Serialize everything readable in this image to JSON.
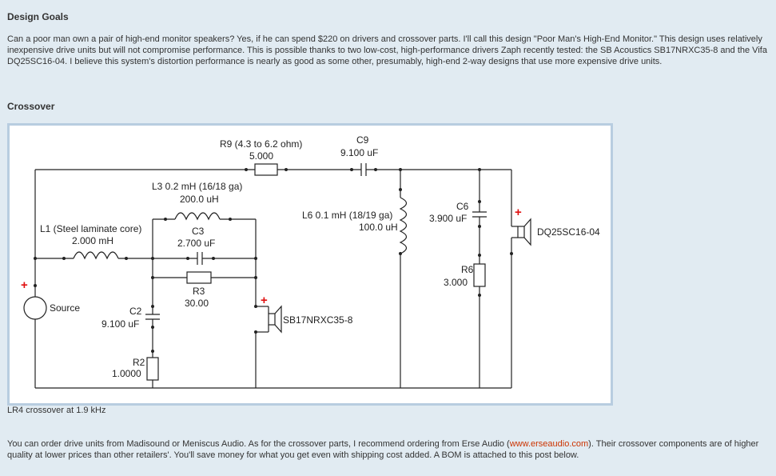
{
  "design_goals": {
    "heading": "Design Goals",
    "paragraph": "Can a poor man own a pair of high-end monitor speakers? Yes, if he can spend $220 on drivers and crossover parts. I'll call this design \"Poor Man's High-End Monitor.\" This design uses relatively inexpensive drive units but will not compromise performance. This is possible thanks to two low-cost, high-performance drivers Zaph recently tested: the SB Acoustics SB17NRXC35-8 and the Vifa DQ25SC16-04. I believe this system's distortion performance is nearly as good as some other, presumably, high-end 2-way designs that use more expensive drive units."
  },
  "crossover": {
    "heading": "Crossover",
    "caption": "LR4 crossover at 1.9 kHz"
  },
  "schematic": {
    "r9_name": "R9 (4.3 to 6.2 ohm)",
    "r9_value": "5.000",
    "c9_name": "C9",
    "c9_value": "9.100 uF",
    "l3_name": "L3 0.2 mH (16/18 ga)",
    "l3_value": "200.0 uH",
    "l1_name": "L1 (Steel laminate core)",
    "l1_value": "2.000 mH",
    "c3_name": "C3",
    "c3_value": "2.700 uF",
    "r3_name": "R3",
    "r3_value": "30.00",
    "c2_name": "C2",
    "c2_value": "9.100 uF",
    "r2_name": "R2",
    "r2_value": "1.0000",
    "l6_name": "L6 0.1 mH (18/19 ga)",
    "l6_value": "100.0 uH",
    "c6_name": "C6",
    "c6_value": "3.900 uF",
    "r6_name": "R6",
    "r6_value": "3.000",
    "source_label": "Source",
    "woofer_label": "SB17NRXC35-8",
    "tweeter_label": "DQ25SC16-04",
    "polarity_mark": "+"
  },
  "ordering": {
    "text_before": "You can order drive units from Madisound or Meniscus Audio. As for the crossover parts, I recommend ordering from Erse Audio (",
    "link": "www.erseaudio.com",
    "text_after": "). Their crossover components are of higher quality at lower prices than other retailers'. You'll save money for what you get even with shipping cost added. A BOM is attached to this post below."
  },
  "colors": {
    "background": "#e1ebf2",
    "figure_border": "#b8cde0",
    "link": "#cc3300",
    "polarity": "#e01010"
  }
}
